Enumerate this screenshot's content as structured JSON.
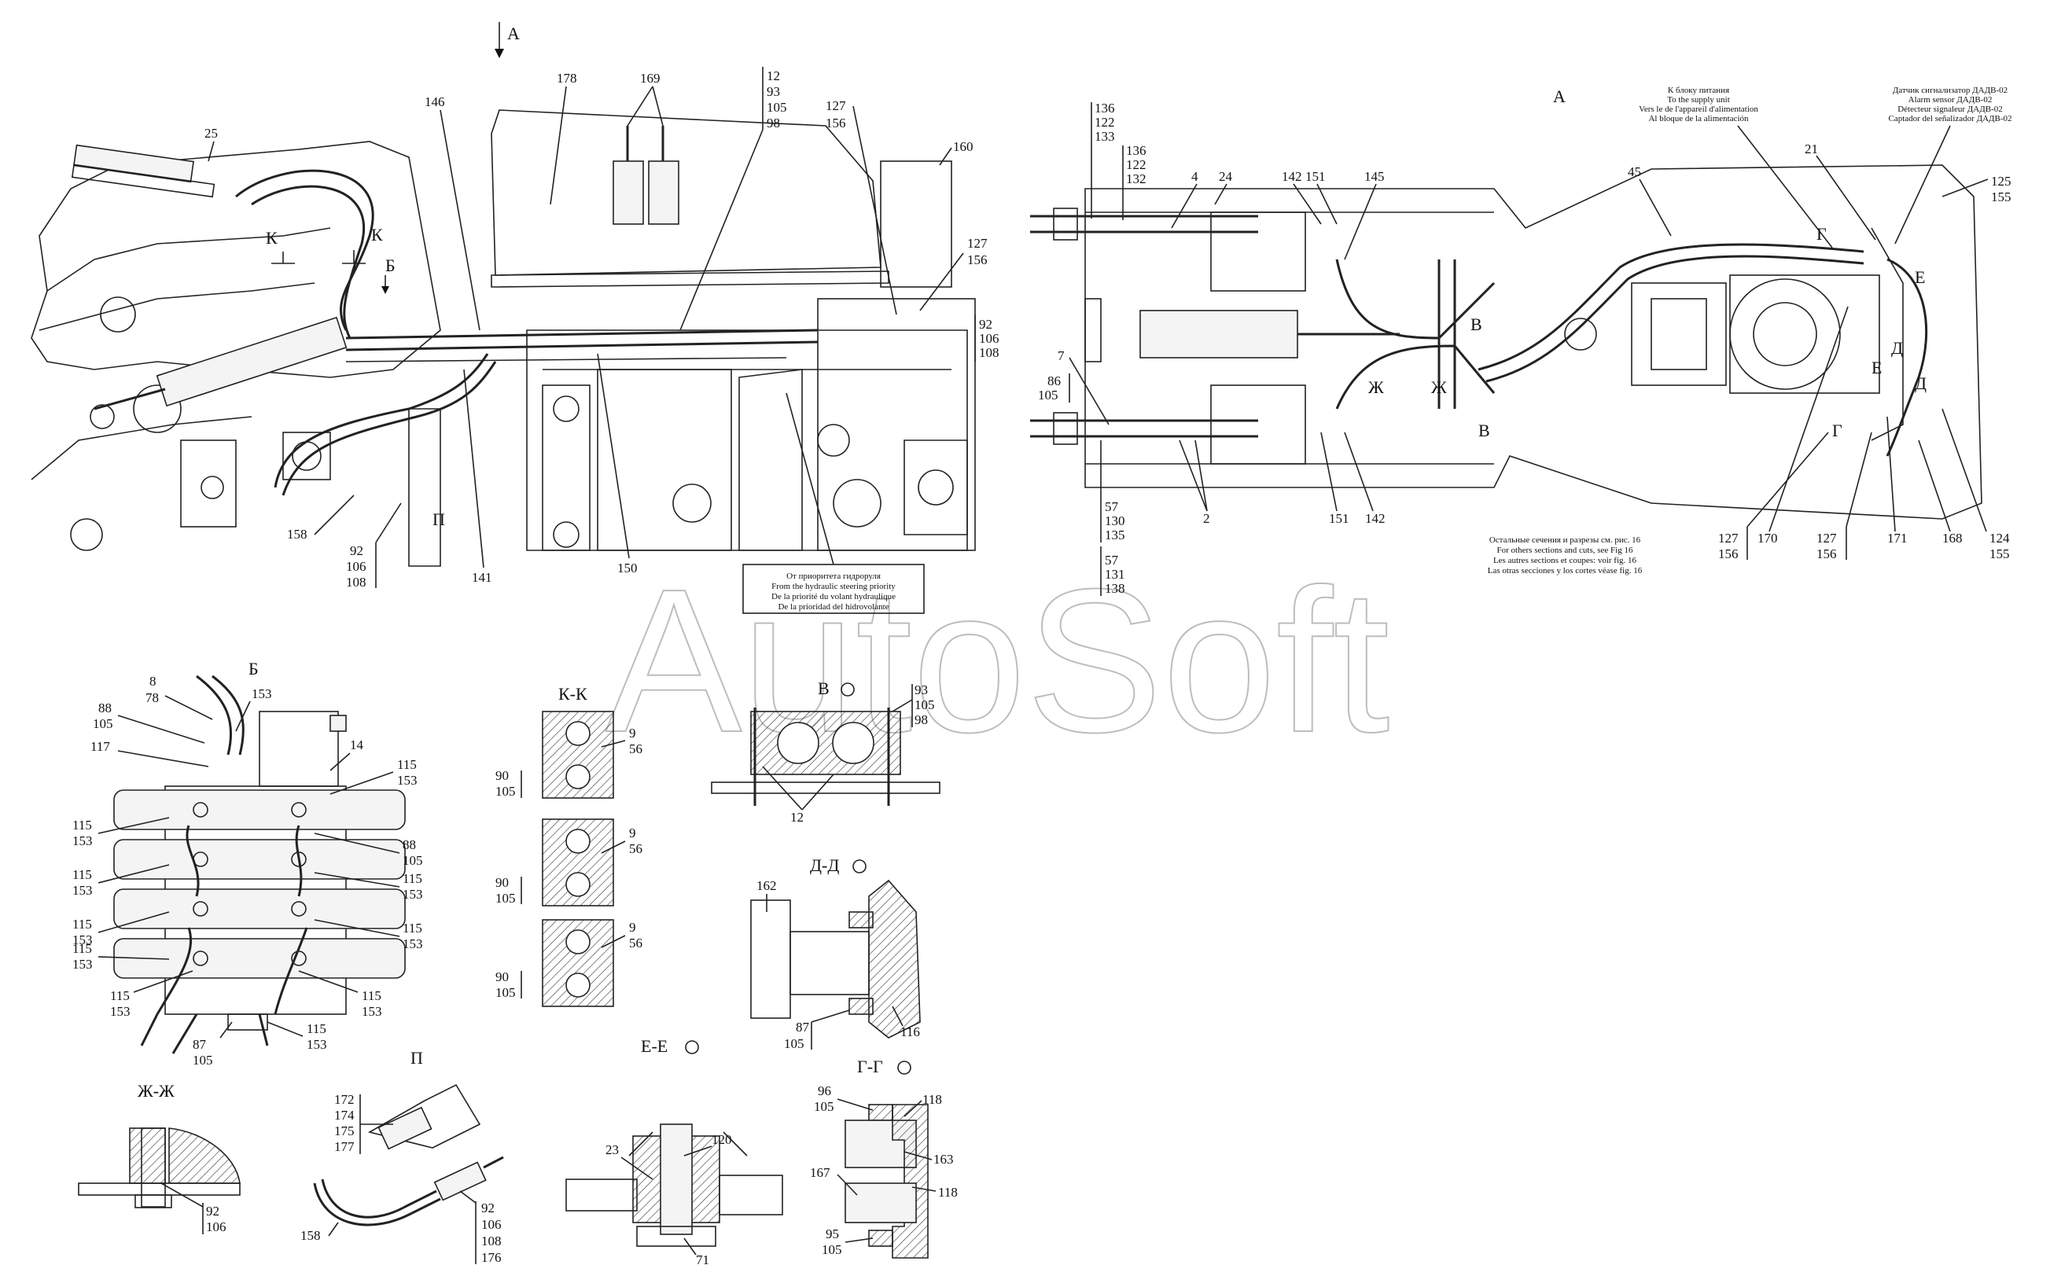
{
  "watermark": "AutoSoft",
  "view_arrow_label": "A",
  "view_a_title": "A",
  "notes": {
    "supply_unit": [
      "К блоку питания",
      "To the supply unit",
      "Vers le de l'appareil d'alimentation",
      "Al bloque de la alimentación"
    ],
    "alarm_sensor": [
      "Датчик сигнализатор ДАДВ-02",
      "Alarm sensor ДАДВ-02",
      "Détecteur signaleur ДАДВ-02",
      "Captador del señalizador ДАДВ-02"
    ],
    "steering_priority": [
      "От приоритета гидроруля",
      "From the hydraulic steering priority",
      "De la priorité du volant hydraulique",
      "De la prioridad del hidrovolante"
    ],
    "other_sections": [
      "Остальные сечения и разрезы см. рис. 16",
      "For others sections and cuts, see Fig 16",
      "Les autres sections et coupes: voir fig. 16",
      "Las otras secciones y los cortes véase fig. 16"
    ]
  },
  "sections": {
    "b": "Б",
    "kk": "К-К",
    "v": "В",
    "dd": "Д-Д",
    "ee": "Е-Е",
    "gg": "Г-Г",
    "zhzh": "Ж-Ж",
    "p": "П"
  },
  "markers": {
    "k1": "К",
    "k2": "К",
    "b": "Б",
    "p": "П",
    "v1": "В",
    "v2": "В",
    "zh1": "Ж",
    "zh2": "Ж",
    "g1": "Г",
    "g2": "Г",
    "e1": "Е",
    "e2": "Е",
    "d1": "Д",
    "d2": "Д"
  },
  "callouts": {
    "c25": "25",
    "c146": "146",
    "c178": "178",
    "c169": "169",
    "c12top": [
      "12",
      "93",
      "105",
      "98"
    ],
    "c127a": [
      "127",
      "156"
    ],
    "c160": "160",
    "c127b": [
      "127",
      "156"
    ],
    "c92a": [
      "92",
      "106",
      "108"
    ],
    "c158": "158",
    "c92b": [
      "92",
      "106",
      "108"
    ],
    "c141": "141",
    "c150": "150",
    "c136a": [
      "136",
      "122",
      "133"
    ],
    "c136b": [
      "136",
      "122",
      "132"
    ],
    "c4": "4",
    "c24": "24",
    "c142a": "142",
    "c151a": "151",
    "c145": "145",
    "c45": "45",
    "c21": "21",
    "c125": [
      "125",
      "155"
    ],
    "c7": "7",
    "c86": [
      "86",
      "105"
    ],
    "c57a": [
      "57",
      "130",
      "135"
    ],
    "c57b": [
      "57",
      "131",
      "138"
    ],
    "c2": "2",
    "c151b": "151",
    "c142b": "142",
    "c127c": [
      "127",
      "156"
    ],
    "c170": "170",
    "c127d": [
      "127",
      "156"
    ],
    "c171": "171",
    "c168": "168",
    "c124": [
      "124",
      "155"
    ],
    "b8": [
      "8",
      "78"
    ],
    "b153": "153",
    "b88a": [
      "88",
      "105"
    ],
    "b117": "117",
    "b14": "14",
    "b115a": [
      "115",
      "153"
    ],
    "b115b": [
      "115",
      "153"
    ],
    "b88b": [
      "88",
      "105"
    ],
    "b115c": [
      "115",
      "153"
    ],
    "b115d": [
      "115",
      "153"
    ],
    "b115e": [
      "115",
      "153"
    ],
    "b115f": [
      "115",
      "153"
    ],
    "b115g": [
      "115",
      "153"
    ],
    "b115h": [
      "115",
      "153"
    ],
    "b115i": [
      "115",
      "153"
    ],
    "b87": [
      "87",
      "105"
    ],
    "b115j": [
      "115",
      "153"
    ],
    "k9a": [
      "9",
      "56"
    ],
    "k90a": [
      "90",
      "105"
    ],
    "k9b": [
      "9",
      "56"
    ],
    "k90b": [
      "90",
      "105"
    ],
    "k9c": [
      "9",
      "56"
    ],
    "k90c": [
      "90",
      "105"
    ],
    "v93": [
      "93",
      "105",
      "98"
    ],
    "v12": "12",
    "d162": "162",
    "d87": [
      "87",
      "105"
    ],
    "d116": "116",
    "g96": [
      "96",
      "105"
    ],
    "g118a": "118",
    "g163": "163",
    "g167": "167",
    "g118b": "118",
    "g95": [
      "95",
      "105"
    ],
    "e23": "23",
    "e120": "120",
    "e71": "71",
    "z92": [
      "92",
      "106"
    ],
    "p172": [
      "172",
      "174",
      "175",
      "177"
    ],
    "p158": "158",
    "p92": [
      "92",
      "106",
      "108",
      "176"
    ]
  }
}
